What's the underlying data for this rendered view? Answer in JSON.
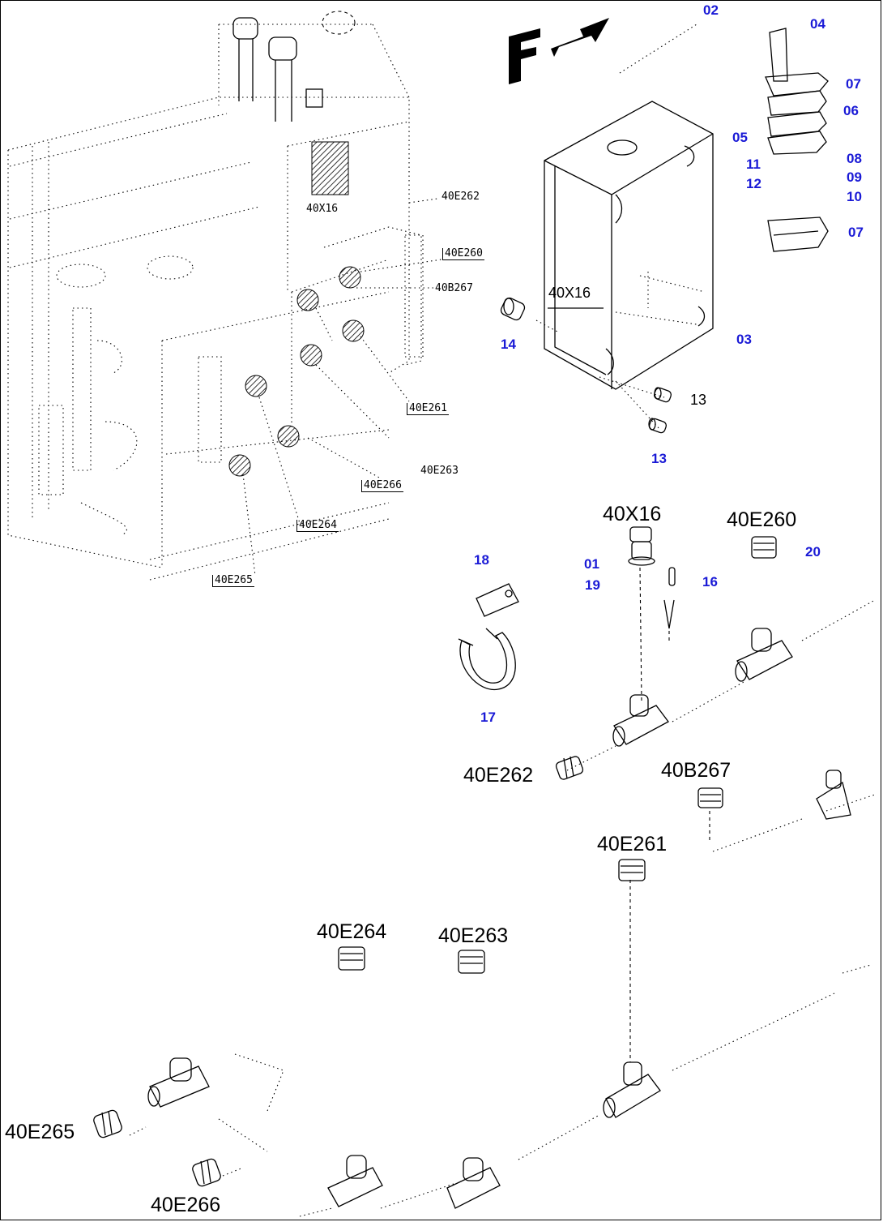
{
  "view_marker": "F",
  "part_labels": {
    "p01": "01",
    "p02": "02",
    "p03": "03",
    "p04": "04",
    "p05": "05",
    "p06": "06",
    "p07a": "07",
    "p07b": "07",
    "p08": "08",
    "p09": "09",
    "p10": "10",
    "p11": "11",
    "p12": "12",
    "p13a": "13",
    "p13b": "13",
    "p14": "14",
    "p16": "16",
    "p17": "17",
    "p18": "18",
    "p19": "19",
    "p20": "20"
  },
  "component_labels": {
    "x16": "40X16",
    "e260": "40E260",
    "e262": "40E262",
    "b267": "40B267",
    "e261": "40E261",
    "e264": "40E264",
    "e263": "40E263",
    "e265": "40E265",
    "e266": "40E266"
  },
  "inset_labels": {
    "x16_grid": "40X16",
    "e262": "40E262",
    "e250": "40E260",
    "b267": "40B267",
    "e261": "40E261",
    "e263": "40E263",
    "e266": "40E266",
    "e264": "40E264",
    "e265": "40E265",
    "x16_box": "40X16"
  },
  "plain_labels": {
    "p13_black": "13"
  },
  "colors": {
    "callout": "#1a1ad6",
    "line": "#000000"
  }
}
